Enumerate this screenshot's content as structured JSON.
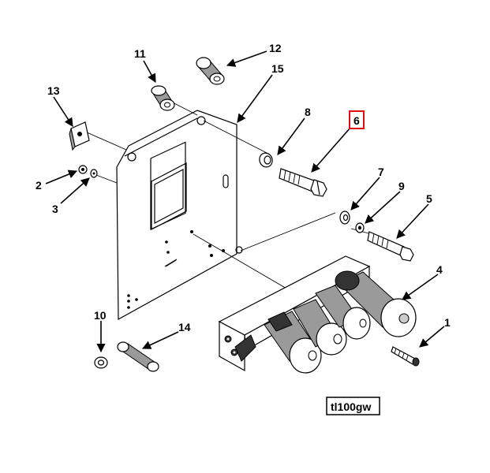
{
  "callouts": {
    "c1": "1",
    "c2": "2",
    "c3": "3",
    "c4": "4",
    "c5": "5",
    "c6": "6",
    "c7": "7",
    "c8": "8",
    "c9": "9",
    "c10": "10",
    "c11": "11",
    "c12": "12",
    "c13": "13",
    "c14": "14",
    "c15": "15"
  },
  "highlighted_callout": "6",
  "drawing_reference": "tl100gw",
  "colors": {
    "highlight": "#e01010",
    "line": "#000000",
    "shade": "#9a9a9a"
  }
}
